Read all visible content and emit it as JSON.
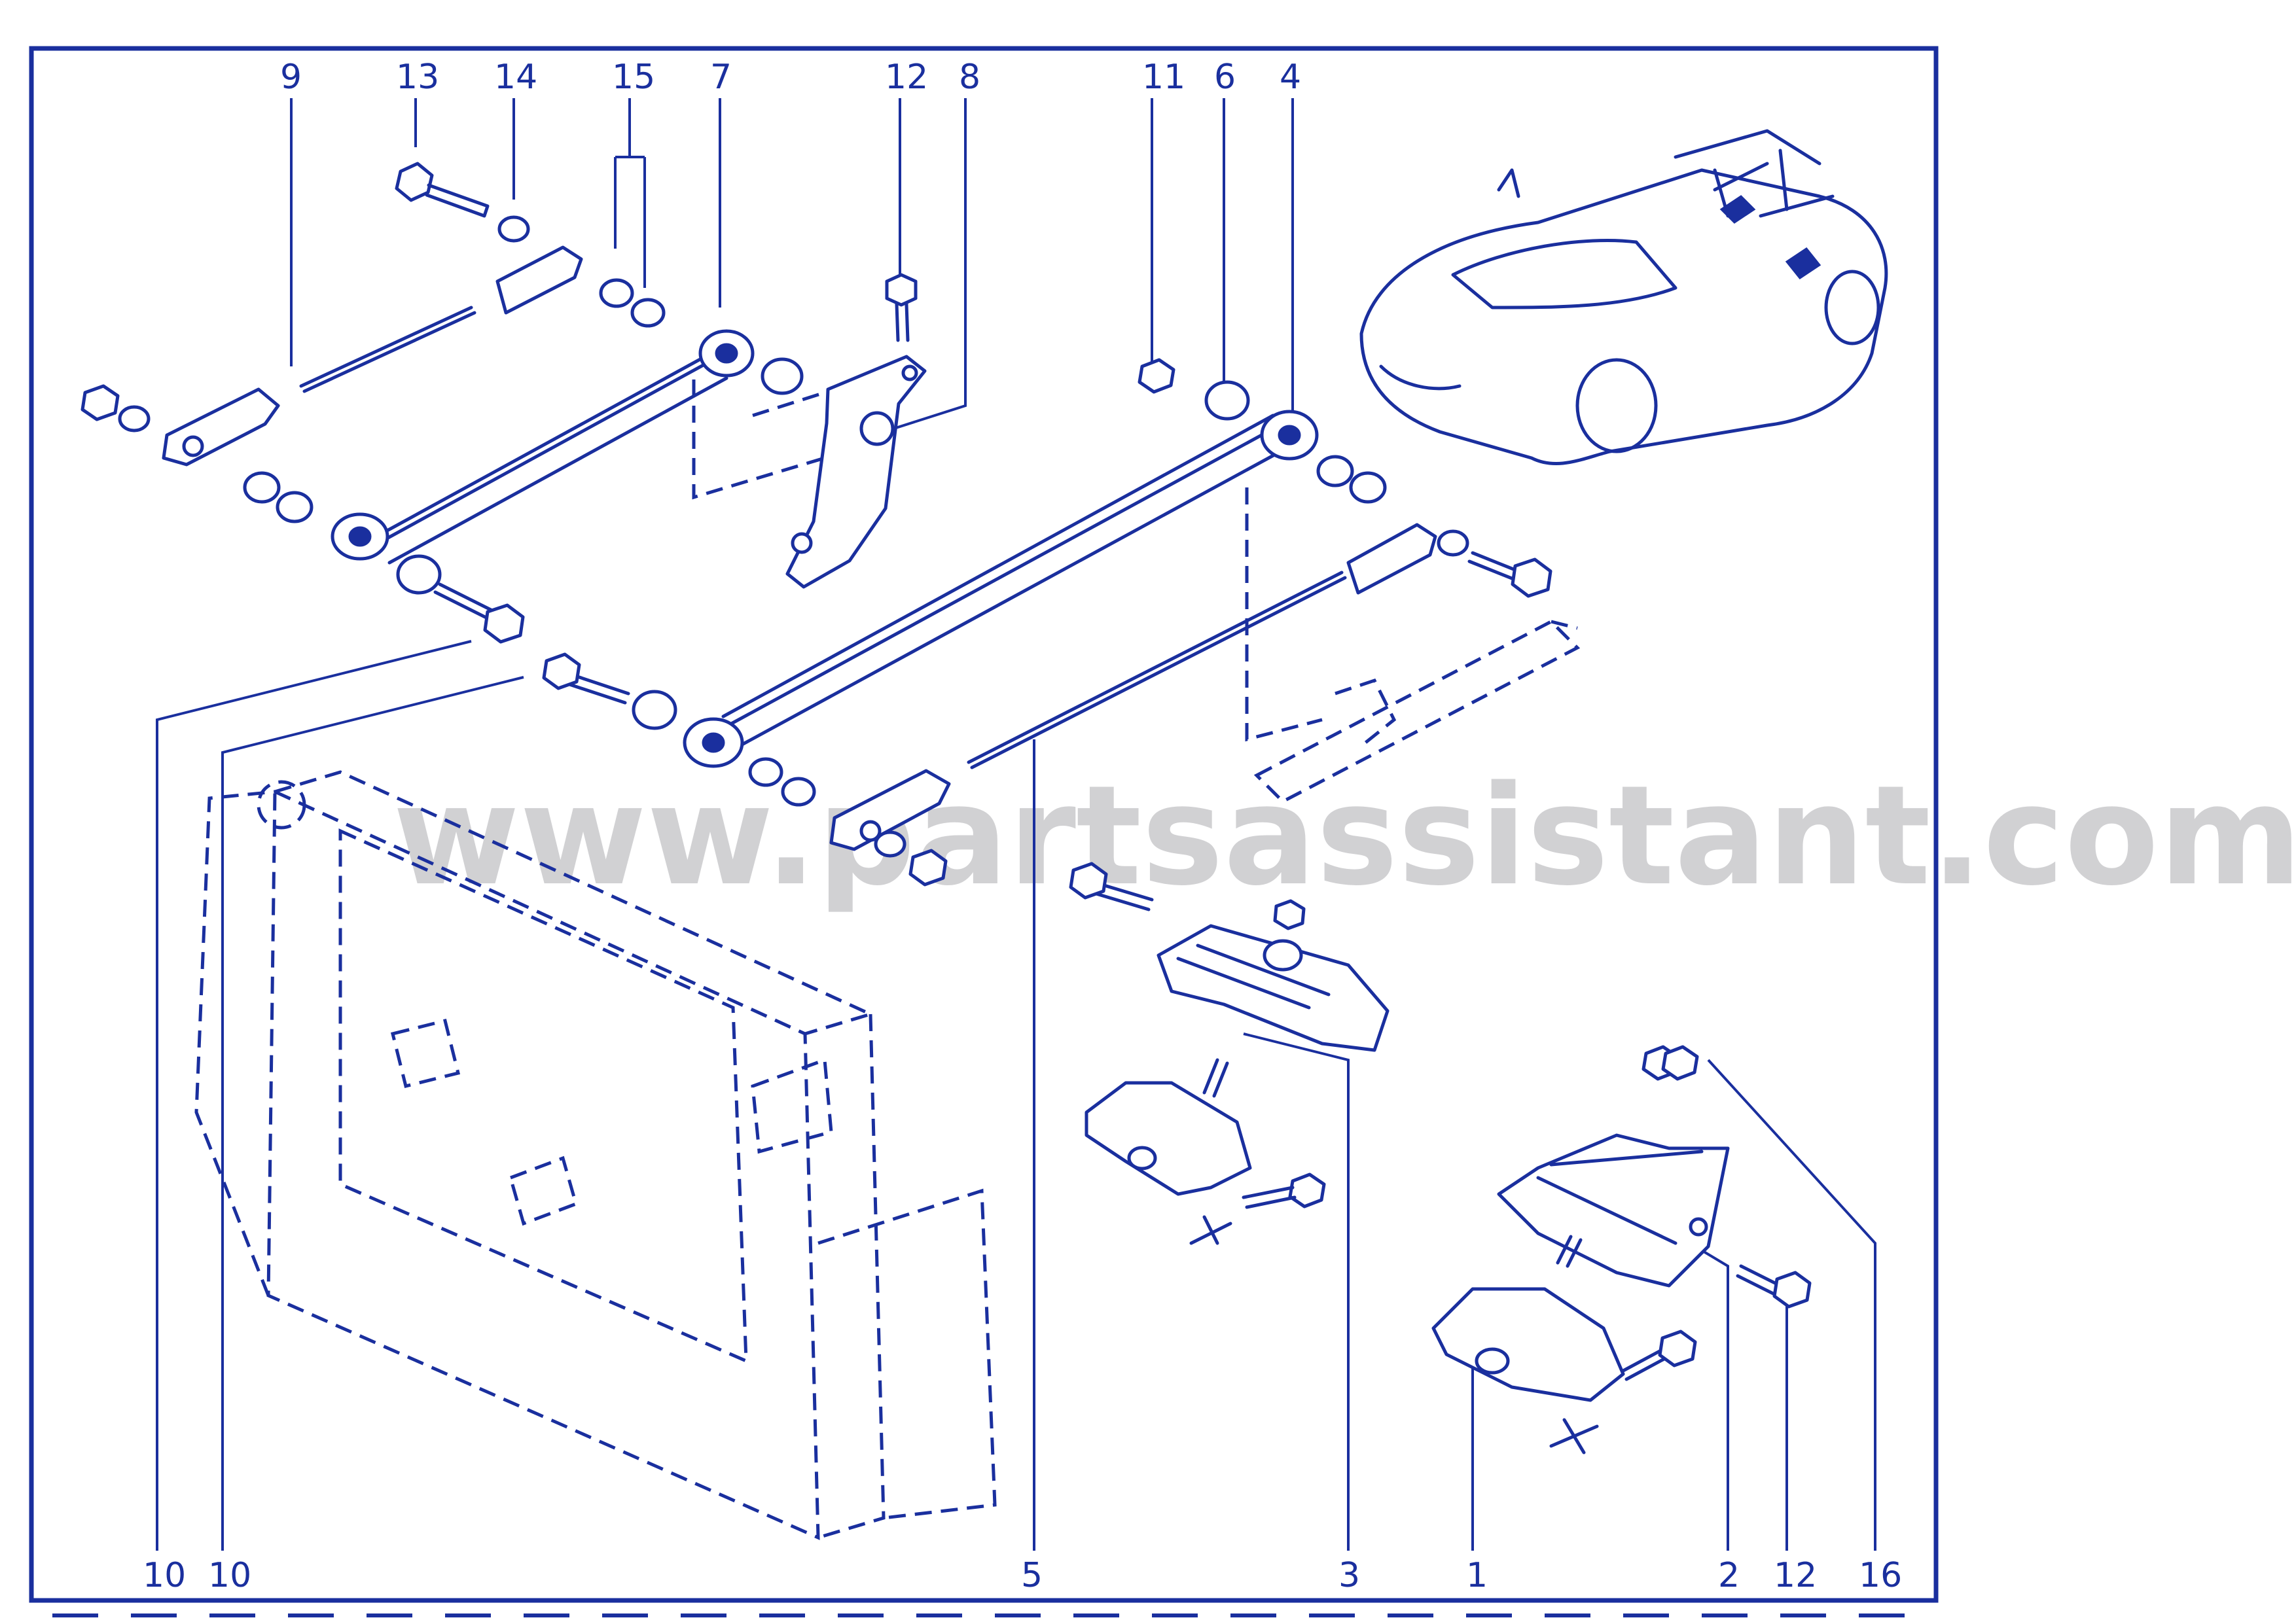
{
  "watermark": "www.partsassistant.com",
  "colors": {
    "ink": "#1a2f9e",
    "watermark": "#c9c9cc",
    "background": "#ffffff"
  },
  "callouts_top": [
    "9",
    "13",
    "14",
    "15",
    "7",
    "12",
    "8",
    "11",
    "6",
    "4"
  ],
  "callouts_bottom": [
    "10",
    "10",
    "5",
    "3",
    "1",
    "2",
    "12",
    "16"
  ]
}
